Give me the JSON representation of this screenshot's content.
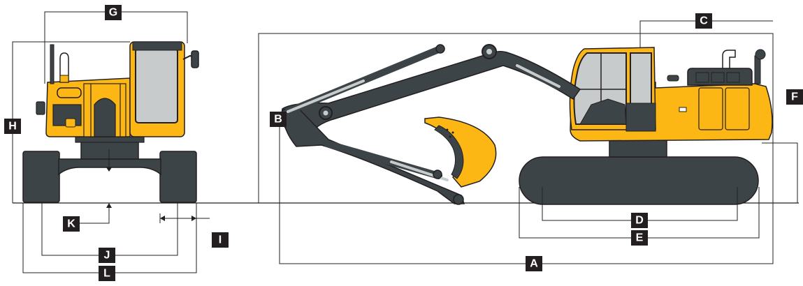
{
  "colors": {
    "body_yellow": "#fdb714",
    "metal_gray": "#3c4448",
    "glass_gray": "#c8cbcc",
    "outline": "#231f20",
    "label_bg": "#231f20",
    "label_fg": "#ffffff"
  },
  "labels": {
    "A": "A",
    "B": "B",
    "C": "C",
    "D": "D",
    "E": "E",
    "F": "F",
    "G": "G",
    "H": "H",
    "I": "I",
    "J": "J",
    "K": "K",
    "L": "L"
  }
}
